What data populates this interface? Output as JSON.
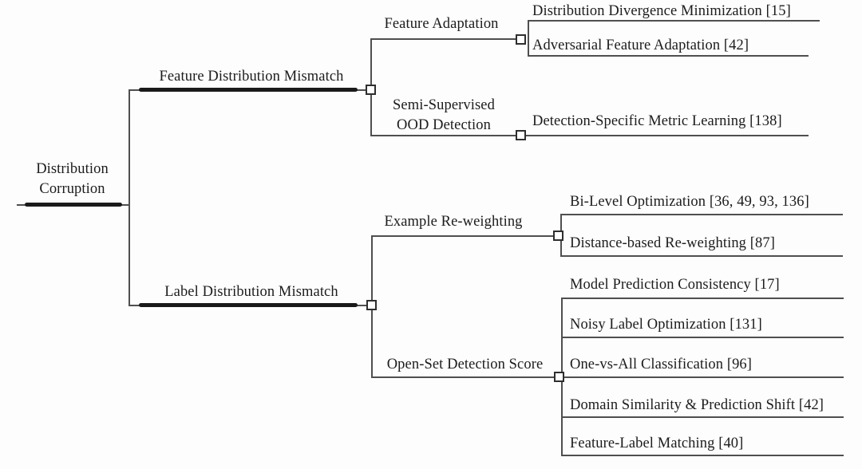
{
  "colors": {
    "text": "#1c1c1c",
    "line": "#4f4f4f",
    "thick_bar": "#1a1a1a",
    "node_fill": "#ffffff",
    "background": "#fdfdfd"
  },
  "tree": {
    "root": {
      "line1": "Distribution",
      "line2": "Corruption"
    },
    "branches": [
      {
        "label": "Feature Distribution Mismatch",
        "groups": [
          {
            "label": "Feature Adaptation",
            "leaves": [
              "Distribution Divergence Minimization [15]",
              "Adversarial Feature Adaptation [42]"
            ]
          },
          {
            "label_line1": "Semi-Supervised",
            "label_line2": "OOD Detection",
            "leaves": [
              "Detection-Specific Metric Learning [138]"
            ]
          }
        ]
      },
      {
        "label": "Label Distribution Mismatch",
        "groups": [
          {
            "label": "Example Re-weighting",
            "leaves": [
              "Bi-Level Optimization [36, 49, 93, 136]",
              "Distance-based Re-weighting [87]"
            ]
          },
          {
            "label": "Open-Set Detection Score",
            "leaves": [
              "Model Prediction Consistency [17]",
              "Noisy Label Optimization [131]",
              "One-vs-All Classification [96]",
              "Domain Similarity & Prediction Shift [42]",
              "Feature-Label Matching [40]"
            ]
          }
        ]
      }
    ]
  }
}
